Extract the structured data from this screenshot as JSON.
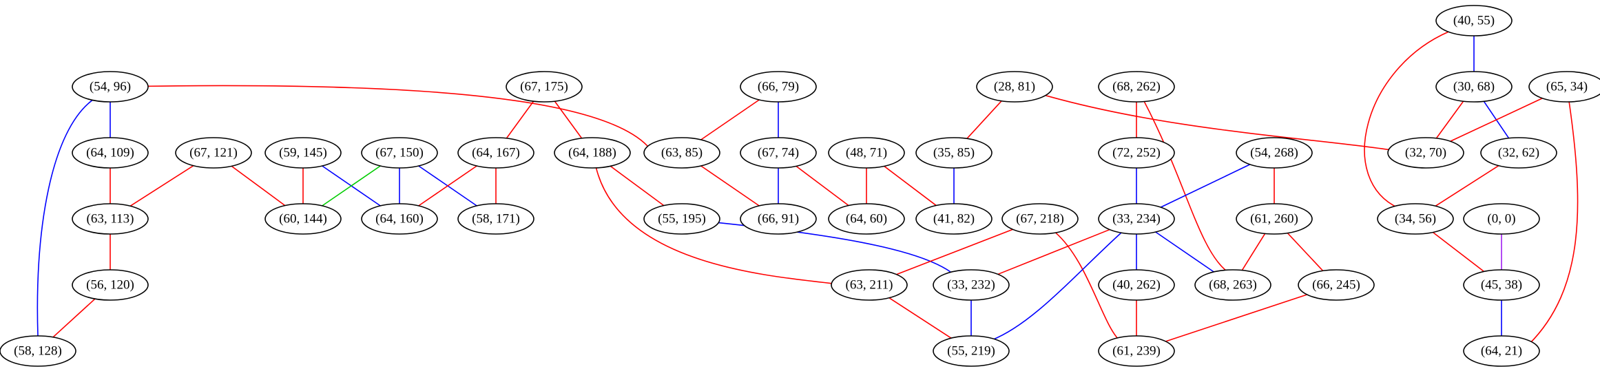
{
  "colors": {
    "red": "#ff0000",
    "blue": "#0000ff",
    "green": "#00cc00",
    "purple": "#a020f0"
  },
  "graph": {
    "nodes": [
      {
        "id": "n1",
        "label": "(40, 55)"
      },
      {
        "id": "n2",
        "label": "(54, 96)"
      },
      {
        "id": "n3",
        "label": "(67, 175)"
      },
      {
        "id": "n4",
        "label": "(66, 79)"
      },
      {
        "id": "n5",
        "label": "(28, 81)"
      },
      {
        "id": "n6",
        "label": "(68, 262)"
      },
      {
        "id": "n7",
        "label": "(30, 68)"
      },
      {
        "id": "n8",
        "label": "(65, 34)"
      },
      {
        "id": "n9",
        "label": "(64, 109)"
      },
      {
        "id": "n10",
        "label": "(67, 121)"
      },
      {
        "id": "n11",
        "label": "(59, 145)"
      },
      {
        "id": "n12",
        "label": "(67, 150)"
      },
      {
        "id": "n13",
        "label": "(64, 167)"
      },
      {
        "id": "n14",
        "label": "(64, 188)"
      },
      {
        "id": "n15",
        "label": "(63, 85)"
      },
      {
        "id": "n16",
        "label": "(67, 74)"
      },
      {
        "id": "n17",
        "label": "(48, 71)"
      },
      {
        "id": "n18",
        "label": "(35, 85)"
      },
      {
        "id": "n19",
        "label": "(72, 252)"
      },
      {
        "id": "n20",
        "label": "(54, 268)"
      },
      {
        "id": "n21",
        "label": "(32, 70)"
      },
      {
        "id": "n22",
        "label": "(32, 62)"
      },
      {
        "id": "n23",
        "label": "(63, 113)"
      },
      {
        "id": "n24",
        "label": "(60, 144)"
      },
      {
        "id": "n25",
        "label": "(64, 160)"
      },
      {
        "id": "n26",
        "label": "(58, 171)"
      },
      {
        "id": "n27",
        "label": "(55, 195)"
      },
      {
        "id": "n28",
        "label": "(66, 91)"
      },
      {
        "id": "n29",
        "label": "(64, 60)"
      },
      {
        "id": "n30",
        "label": "(41, 82)"
      },
      {
        "id": "n31",
        "label": "(67, 218)"
      },
      {
        "id": "n32",
        "label": "(33, 234)"
      },
      {
        "id": "n33",
        "label": "(61, 260)"
      },
      {
        "id": "n34",
        "label": "(34, 56)"
      },
      {
        "id": "n35",
        "label": "(0, 0)"
      },
      {
        "id": "n36",
        "label": "(56, 120)"
      },
      {
        "id": "n37",
        "label": "(63, 211)"
      },
      {
        "id": "n38",
        "label": "(33, 232)"
      },
      {
        "id": "n39",
        "label": "(40, 262)"
      },
      {
        "id": "n40",
        "label": "(68, 263)"
      },
      {
        "id": "n41",
        "label": "(66, 245)"
      },
      {
        "id": "n42",
        "label": "(45, 38)"
      },
      {
        "id": "n43",
        "label": "(58, 128)"
      },
      {
        "id": "n44",
        "label": "(55, 219)"
      },
      {
        "id": "n45",
        "label": "(61, 239)"
      },
      {
        "id": "n46",
        "label": "(64, 21)"
      }
    ],
    "edges": [
      {
        "from": "n1",
        "to": "n7",
        "color": "blue"
      },
      {
        "from": "n1",
        "to": "n34",
        "color": "red"
      },
      {
        "from": "n2",
        "to": "n9",
        "color": "blue"
      },
      {
        "from": "n2",
        "to": "n43",
        "color": "blue"
      },
      {
        "from": "n2",
        "to": "n15",
        "color": "red"
      },
      {
        "from": "n3",
        "to": "n13",
        "color": "red"
      },
      {
        "from": "n3",
        "to": "n14",
        "color": "red"
      },
      {
        "from": "n4",
        "to": "n15",
        "color": "red"
      },
      {
        "from": "n4",
        "to": "n16",
        "color": "blue"
      },
      {
        "from": "n5",
        "to": "n18",
        "color": "red"
      },
      {
        "from": "n5",
        "to": "n21",
        "color": "red"
      },
      {
        "from": "n6",
        "to": "n19",
        "color": "red"
      },
      {
        "from": "n6",
        "to": "n40",
        "color": "red"
      },
      {
        "from": "n7",
        "to": "n21",
        "color": "red"
      },
      {
        "from": "n7",
        "to": "n22",
        "color": "blue"
      },
      {
        "from": "n8",
        "to": "n21",
        "color": "red"
      },
      {
        "from": "n8",
        "to": "n46",
        "color": "red"
      },
      {
        "from": "n9",
        "to": "n23",
        "color": "red"
      },
      {
        "from": "n10",
        "to": "n23",
        "color": "red"
      },
      {
        "from": "n10",
        "to": "n24",
        "color": "red"
      },
      {
        "from": "n11",
        "to": "n24",
        "color": "red"
      },
      {
        "from": "n11",
        "to": "n25",
        "color": "blue"
      },
      {
        "from": "n12",
        "to": "n24",
        "color": "green"
      },
      {
        "from": "n12",
        "to": "n25",
        "color": "blue"
      },
      {
        "from": "n12",
        "to": "n26",
        "color": "blue"
      },
      {
        "from": "n13",
        "to": "n25",
        "color": "red"
      },
      {
        "from": "n13",
        "to": "n26",
        "color": "red"
      },
      {
        "from": "n14",
        "to": "n27",
        "color": "red"
      },
      {
        "from": "n14",
        "to": "n37",
        "color": "red"
      },
      {
        "from": "n15",
        "to": "n28",
        "color": "red"
      },
      {
        "from": "n16",
        "to": "n28",
        "color": "blue"
      },
      {
        "from": "n16",
        "to": "n29",
        "color": "red"
      },
      {
        "from": "n17",
        "to": "n29",
        "color": "red"
      },
      {
        "from": "n17",
        "to": "n30",
        "color": "red"
      },
      {
        "from": "n18",
        "to": "n30",
        "color": "blue"
      },
      {
        "from": "n19",
        "to": "n32",
        "color": "blue"
      },
      {
        "from": "n20",
        "to": "n32",
        "color": "blue"
      },
      {
        "from": "n20",
        "to": "n33",
        "color": "red"
      },
      {
        "from": "n22",
        "to": "n34",
        "color": "red"
      },
      {
        "from": "n23",
        "to": "n36",
        "color": "red"
      },
      {
        "from": "n27",
        "to": "n38",
        "color": "blue"
      },
      {
        "from": "n31",
        "to": "n37",
        "color": "red"
      },
      {
        "from": "n31",
        "to": "n45",
        "color": "red"
      },
      {
        "from": "n32",
        "to": "n38",
        "color": "red"
      },
      {
        "from": "n32",
        "to": "n39",
        "color": "blue"
      },
      {
        "from": "n32",
        "to": "n40",
        "color": "blue"
      },
      {
        "from": "n32",
        "to": "n44",
        "color": "blue"
      },
      {
        "from": "n33",
        "to": "n40",
        "color": "red"
      },
      {
        "from": "n33",
        "to": "n41",
        "color": "red"
      },
      {
        "from": "n34",
        "to": "n42",
        "color": "red"
      },
      {
        "from": "n35",
        "to": "n42",
        "color": "purple"
      },
      {
        "from": "n36",
        "to": "n43",
        "color": "red"
      },
      {
        "from": "n37",
        "to": "n44",
        "color": "red"
      },
      {
        "from": "n38",
        "to": "n44",
        "color": "blue"
      },
      {
        "from": "n39",
        "to": "n45",
        "color": "red"
      },
      {
        "from": "n41",
        "to": "n45",
        "color": "red"
      },
      {
        "from": "n42",
        "to": "n46",
        "color": "blue"
      }
    ]
  }
}
